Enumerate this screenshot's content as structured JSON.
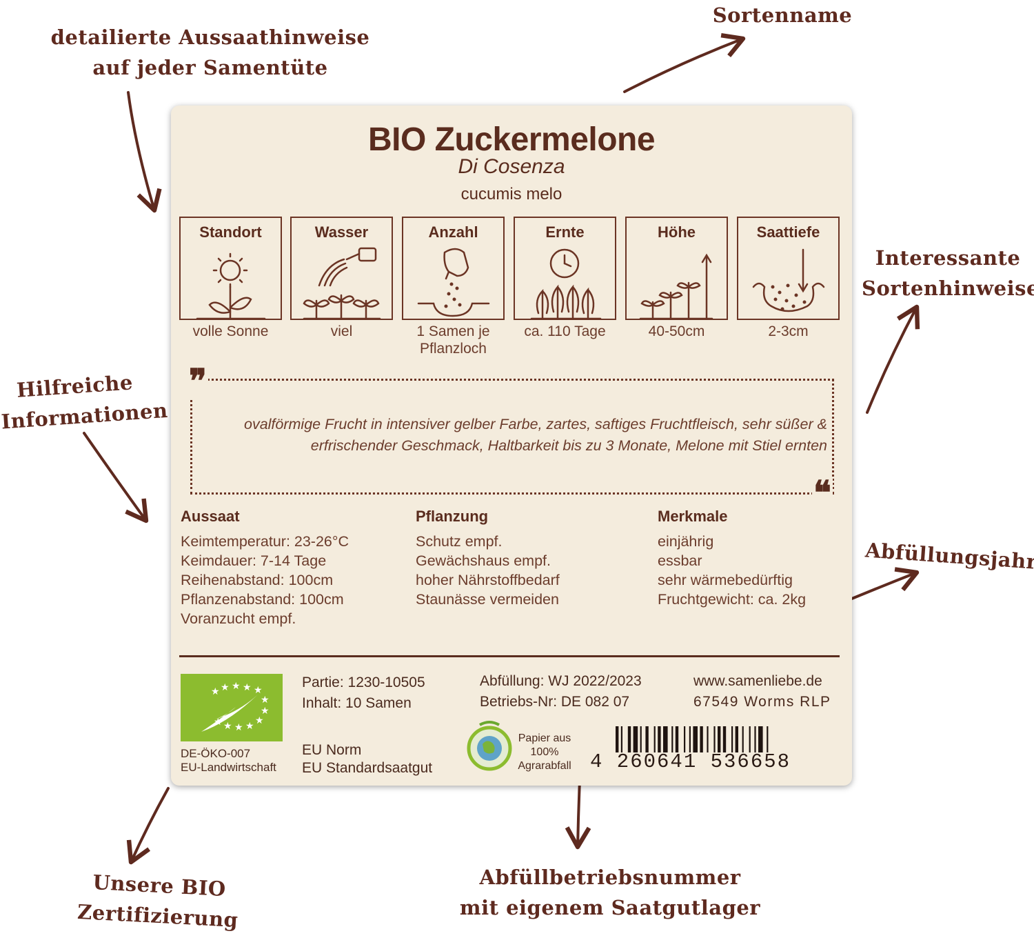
{
  "annotations": {
    "aussaat_hinweise": [
      "detailierte Aussaathinweise",
      "auf jeder Samentüte"
    ],
    "sortenname": "Sortenname",
    "sortenhinweise": [
      "Interessante",
      "Sortenhinweise"
    ],
    "hilfreiche": [
      "Hilfreiche",
      "Informationen"
    ],
    "abfuellungsjahr": "Abfüllungsjahr",
    "bio_zertifizierung": "Unsere BIO Zertifizierung",
    "betriebsnummer": [
      "Abfüllbetriebsnummer",
      "mit eigenem Saatgutlager"
    ]
  },
  "packet": {
    "title": "BIO Zuckermelone",
    "variety": "Di Cosenza",
    "latin": "cucumis melo",
    "icons": [
      {
        "label": "Standort",
        "value": "volle Sonne",
        "icon": "sun-plant-icon"
      },
      {
        "label": "Wasser",
        "value": "viel",
        "icon": "watering-can-icon"
      },
      {
        "label": "Anzahl",
        "value": "1 Samen je Pflanzloch",
        "icon": "seed-hand-icon"
      },
      {
        "label": "Ernte",
        "value": "ca. 110 Tage",
        "icon": "clock-plants-icon"
      },
      {
        "label": "Höhe",
        "value": "40-50cm",
        "icon": "height-plants-icon"
      },
      {
        "label": "Saattiefe",
        "value": "2-3cm",
        "icon": "soil-depth-icon"
      }
    ],
    "description": "ovalförmige Frucht in intensiver gelber Farbe, zartes, saftiges Fruchtfleisch, sehr süßer & erfrischender Geschmack, Haltbarkeit bis zu 3 Monate, Melone mit Stiel ernten",
    "aussaat": {
      "heading": "Aussaat",
      "items": [
        "Keimtemperatur: 23-26°C",
        "Keimdauer: 7-14 Tage",
        "Reihenabstand: 100cm",
        "Pflanzenabstand: 100cm",
        "Voranzucht empf."
      ]
    },
    "pflanzung": {
      "heading": "Pflanzung",
      "items": [
        "Schutz empf.",
        "Gewächshaus empf.",
        "hoher Nährstoffbedarf",
        "Staunässe vermeiden"
      ]
    },
    "merkmale": {
      "heading": "Merkmale",
      "items": [
        "einjährig",
        "essbar",
        "sehr wärmebedürftig",
        "Fruchtgewicht: ca. 2kg"
      ]
    },
    "footer": {
      "eu_code": "DE-ÖKO-007",
      "eu_land": "EU-Landwirtschaft",
      "partie": "Partie: 1230-10505",
      "inhalt": "Inhalt: 10 Samen",
      "eu_norm": "EU Norm",
      "eu_standard": "EU Standardsaatgut",
      "abfuellung": "Abfüllung: WJ 2022/2023",
      "betriebs_nr": "Betriebs-Nr: DE 082 07",
      "papier": [
        "Papier aus",
        "100%",
        "Agrarabfall"
      ],
      "website": "www.samenliebe.de",
      "address": "67549 Worms RLP",
      "barcode_number": "4 260641 536658"
    }
  },
  "colors": {
    "brown": "#5a2c1e",
    "cream": "#f4ecdd",
    "eu_green": "#8cbc2f"
  }
}
